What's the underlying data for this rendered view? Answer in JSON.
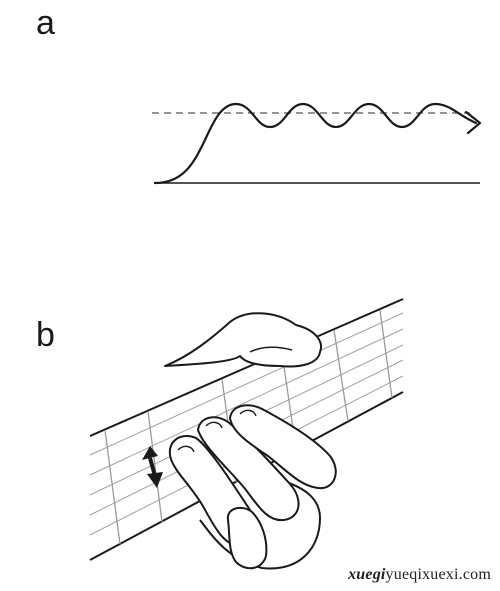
{
  "panel_a": {
    "label": "a"
  },
  "panel_b": {
    "label": "b"
  },
  "watermark": {
    "prefix": "xuegi",
    "text": "yueqixuexi.com"
  },
  "colors": {
    "ink": "#1a1a1a",
    "fret_line": "#9a9a9a",
    "dashed_line": "#555555"
  }
}
